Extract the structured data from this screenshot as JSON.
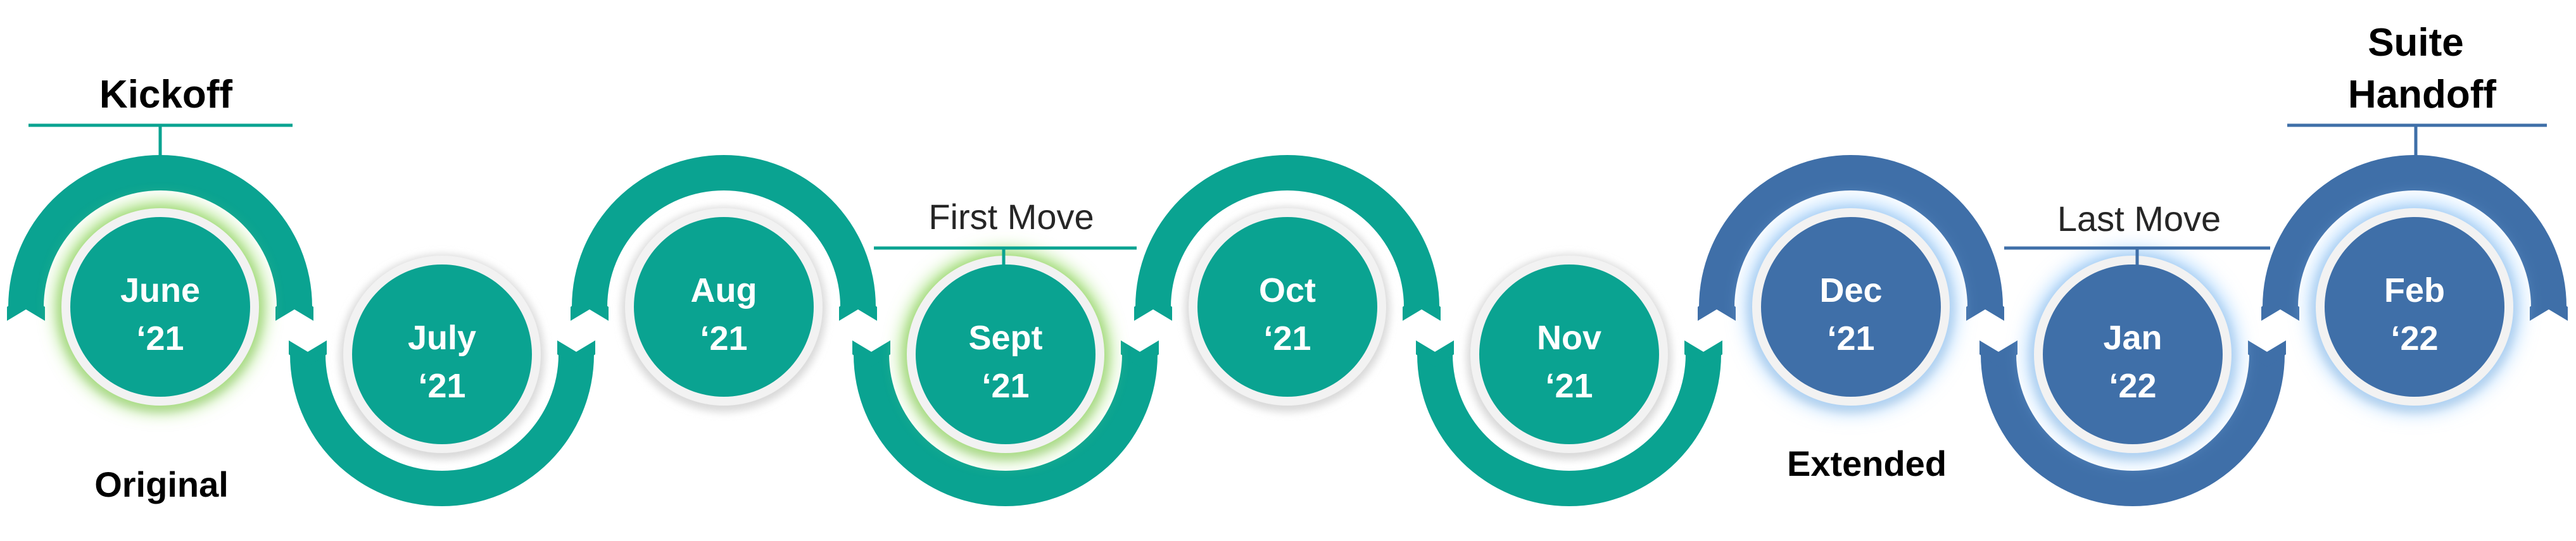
{
  "milestones": [
    {
      "line1": "June",
      "line2": "‘21",
      "color": "#0aa391",
      "glow": "green",
      "pos": "up"
    },
    {
      "line1": "July",
      "line2": "‘21",
      "color": "#0aa391",
      "glow": "none",
      "pos": "down"
    },
    {
      "line1": "Aug",
      "line2": "‘21",
      "color": "#0aa391",
      "glow": "none",
      "pos": "up"
    },
    {
      "line1": "Sept",
      "line2": "‘21",
      "color": "#0aa391",
      "glow": "green",
      "pos": "down"
    },
    {
      "line1": "Oct",
      "line2": "‘21",
      "color": "#0aa391",
      "glow": "none",
      "pos": "up"
    },
    {
      "line1": "Nov",
      "line2": "‘21",
      "color": "#0aa391",
      "glow": "none",
      "pos": "down"
    },
    {
      "line1": "Dec",
      "line2": "‘21",
      "color": "#3f6fa8",
      "glow": "blue",
      "pos": "up"
    },
    {
      "line1": "Jan",
      "line2": "‘22",
      "color": "#3f6fa8",
      "glow": "blue",
      "pos": "down"
    },
    {
      "line1": "Feb",
      "line2": "‘22",
      "color": "#3f6fa8",
      "glow": "blue",
      "pos": "up"
    }
  ],
  "callouts": {
    "kickoff": "Kickoff",
    "first_move": "First Move",
    "last_move": "Last Move",
    "suite_handoff_1": "Suite",
    "suite_handoff_2": "Handoff"
  },
  "labels": {
    "original": "Original",
    "extended": "Extended"
  },
  "colors": {
    "teal": "#0aa391",
    "blue": "#3f6fa8",
    "green_glow": "#9be06a",
    "blue_glow": "#9fd0ff"
  }
}
